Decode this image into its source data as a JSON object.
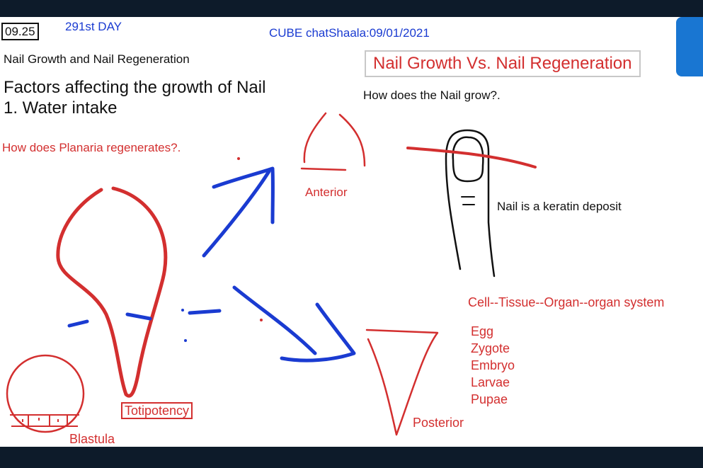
{
  "header": {
    "time": "09.25",
    "day": "291st DAY",
    "session": "CUBE chatShaala:09/01/2021"
  },
  "left": {
    "topic": "Nail Growth and Nail Regeneration",
    "factors_heading": "Factors affecting the growth of Nail",
    "factor_1": "1. Water intake",
    "planaria_question": "How does Planaria regenerates?.",
    "totipotency": "Totipotency",
    "blastula": "Blastula"
  },
  "right": {
    "title": "Nail Growth Vs. Nail Regeneration",
    "question": "How does the Nail grow?.",
    "nail_note": "Nail is a keratin deposit",
    "anterior": "Anterior",
    "posterior": "Posterior",
    "hierarchy": "Cell--Tissue--Organ--organ system",
    "stages": [
      "Egg",
      "Zygote",
      "Embryo",
      "Larvae",
      "Pupae"
    ]
  },
  "colors": {
    "ink_red": "#d32f2f",
    "ink_blue": "#1a3bd1",
    "ink_black": "#111111",
    "side_tab": "#1976d2"
  }
}
